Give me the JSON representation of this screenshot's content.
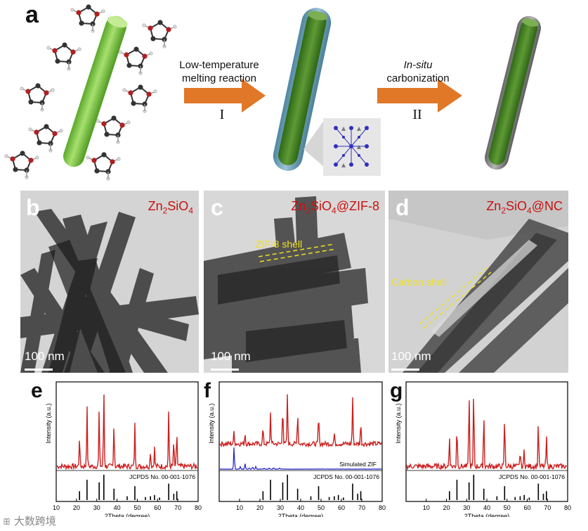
{
  "panel_a": {
    "letter": "a",
    "step1": {
      "line1": "Low-temperature",
      "line2": "melting reaction",
      "roman": "I"
    },
    "step2": {
      "line1": "In-situ",
      "line2": "carbonization",
      "roman": "II"
    },
    "colors": {
      "rod": "#7cc43c",
      "shell_zif": "#6a9cb0",
      "shell_carbon": "#8a8a8a",
      "arrow": "#e07828",
      "molecule_red": "#b02020"
    }
  },
  "panel_b": {
    "letter": "b",
    "title_main": "Zn",
    "title_sub": "2",
    "title_rest": "SiO",
    "title_sub2": "4",
    "scale": "100 nm"
  },
  "panel_c": {
    "letter": "c",
    "title_main": "Zn",
    "title_sub": "2",
    "title_rest": "SiO",
    "title_sub2": "4",
    "title_tail": "@ZIF-8",
    "shell": "ZIF-8 shell",
    "scale": "100 nm"
  },
  "panel_d": {
    "letter": "d",
    "title_main": "Zn",
    "title_sub": "2",
    "title_rest": "SiO",
    "title_sub2": "4",
    "title_tail": "@NC",
    "shell": "Carbon shell",
    "scale": "100 nm"
  },
  "chart_data": [
    {
      "type": "line",
      "panel": "e",
      "xlabel": "2Theta (degree)",
      "ylabel": "Intensity (a.u.)",
      "xlim": [
        10,
        80
      ],
      "xticks": [
        10,
        20,
        30,
        40,
        50,
        60,
        70,
        80
      ],
      "reference_label": "JCPDS No. 00-001-1076",
      "series": [
        {
          "color": "#cc1f1f",
          "peaks": [
            [
              21.5,
              0.38
            ],
            [
              25.2,
              0.78
            ],
            [
              31.2,
              0.72
            ],
            [
              33.5,
              1.0
            ],
            [
              38.5,
              0.58
            ],
            [
              48.8,
              0.55
            ],
            [
              56.5,
              0.2
            ],
            [
              58.5,
              0.24
            ],
            [
              65.5,
              0.72
            ],
            [
              68.0,
              0.32
            ],
            [
              69.5,
              0.45
            ]
          ]
        }
      ],
      "reference_sticks": [
        [
          21.5,
          0.35
        ],
        [
          25.2,
          0.8
        ],
        [
          31.2,
          0.7
        ],
        [
          33.5,
          1.0
        ],
        [
          38.5,
          0.45
        ],
        [
          45.0,
          0.15
        ],
        [
          48.8,
          0.55
        ],
        [
          54.0,
          0.12
        ],
        [
          56.5,
          0.15
        ],
        [
          58.5,
          0.2
        ],
        [
          61.0,
          0.1
        ],
        [
          65.5,
          0.65
        ],
        [
          68.0,
          0.25
        ],
        [
          69.5,
          0.35
        ]
      ]
    },
    {
      "type": "line",
      "panel": "f",
      "xlabel": "2Theta (degree)",
      "ylabel": "Intensity (a.u.)",
      "xlim": [
        0,
        80
      ],
      "xticks": [
        10,
        20,
        30,
        40,
        50,
        60,
        70,
        80
      ],
      "reference_label": "JCPDS No. 00-001-1076",
      "simulated_label": "Simulated ZIF",
      "series": [
        {
          "color": "#cc1f1f",
          "peaks": [
            [
              7.3,
              0.25
            ],
            [
              12.7,
              0.2
            ],
            [
              21.5,
              0.3
            ],
            [
              25.2,
              0.6
            ],
            [
              31.2,
              0.75
            ],
            [
              33.5,
              0.95
            ],
            [
              38.5,
              0.6
            ],
            [
              48.8,
              0.55
            ],
            [
              56.5,
              0.2
            ],
            [
              65.5,
              0.9
            ],
            [
              69.5,
              0.4
            ]
          ]
        },
        {
          "name": "Simulated ZIF",
          "color": "#2020c8",
          "peaks": [
            [
              7.3,
              1.0
            ],
            [
              10.4,
              0.12
            ],
            [
              12.7,
              0.25
            ],
            [
              14.7,
              0.06
            ],
            [
              16.4,
              0.1
            ],
            [
              18.0,
              0.12
            ],
            [
              22.1,
              0.04
            ],
            [
              24.5,
              0.05
            ],
            [
              26.7,
              0.06
            ],
            [
              29.6,
              0.05
            ]
          ]
        }
      ],
      "reference_sticks": [
        [
          21.5,
          0.35
        ],
        [
          25.2,
          0.8
        ],
        [
          31.2,
          0.7
        ],
        [
          33.5,
          1.0
        ],
        [
          38.5,
          0.45
        ],
        [
          45.0,
          0.15
        ],
        [
          48.8,
          0.55
        ],
        [
          54.0,
          0.12
        ],
        [
          56.5,
          0.15
        ],
        [
          58.5,
          0.2
        ],
        [
          61.0,
          0.1
        ],
        [
          65.5,
          0.65
        ],
        [
          68.0,
          0.25
        ],
        [
          69.5,
          0.35
        ]
      ]
    },
    {
      "type": "line",
      "panel": "g",
      "xlabel": "2Theta (degree)",
      "ylabel": "Intensity (a.u.)",
      "xlim": [
        0,
        80
      ],
      "xticks": [
        10,
        20,
        30,
        40,
        50,
        60,
        70,
        80
      ],
      "reference_label": "JCPDS No. 00-001-1076",
      "series": [
        {
          "color": "#cc1f1f",
          "peaks": [
            [
              21.5,
              0.4
            ],
            [
              25.2,
              0.55
            ],
            [
              31.2,
              0.98
            ],
            [
              33.5,
              1.0
            ],
            [
              38.5,
              0.7
            ],
            [
              48.8,
              0.65
            ],
            [
              56.5,
              0.2
            ],
            [
              58.5,
              0.22
            ],
            [
              65.5,
              0.6
            ],
            [
              69.5,
              0.38
            ]
          ]
        }
      ],
      "reference_sticks": [
        [
          21.5,
          0.35
        ],
        [
          25.2,
          0.8
        ],
        [
          31.2,
          0.7
        ],
        [
          33.5,
          1.0
        ],
        [
          38.5,
          0.45
        ],
        [
          45.0,
          0.15
        ],
        [
          48.8,
          0.55
        ],
        [
          54.0,
          0.12
        ],
        [
          56.5,
          0.15
        ],
        [
          58.5,
          0.2
        ],
        [
          61.0,
          0.1
        ],
        [
          65.5,
          0.65
        ],
        [
          68.0,
          0.25
        ],
        [
          69.5,
          0.35
        ]
      ]
    }
  ],
  "chart_letters": [
    "e",
    "f",
    "g"
  ],
  "watermark": "大数跨境"
}
